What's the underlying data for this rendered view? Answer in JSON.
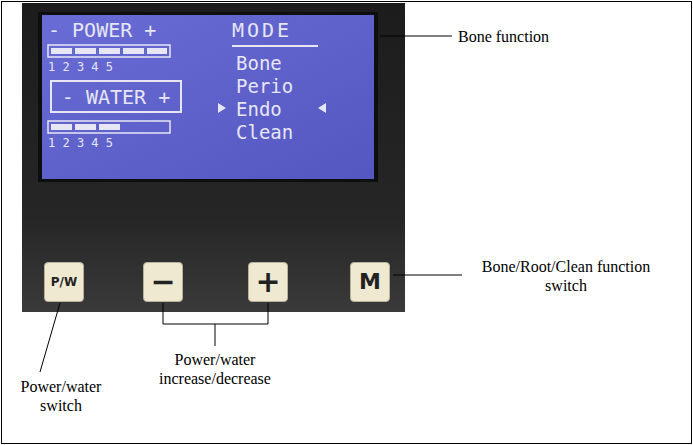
{
  "diagram": {
    "nodes": [
      {
        "text": [
          "- WATER +"
        ]
      },
      {
        "text": [
          "P/W"
        ]
      },
      {
        "text": [
          "−"
        ]
      },
      {
        "text": [
          "+"
        ]
      },
      {
        "text": [
          "M"
        ]
      }
    ],
    "labels": [
      "- POWER +",
      "1 2 3 4 5",
      "1 2 3 4 5",
      "MODE",
      "Bone",
      "Perio",
      "Endo",
      "Clean",
      "Bone function",
      "Bone/Root/Clean function switch",
      "Power/water switch",
      "Power/water increase/decrease"
    ]
  }
}
